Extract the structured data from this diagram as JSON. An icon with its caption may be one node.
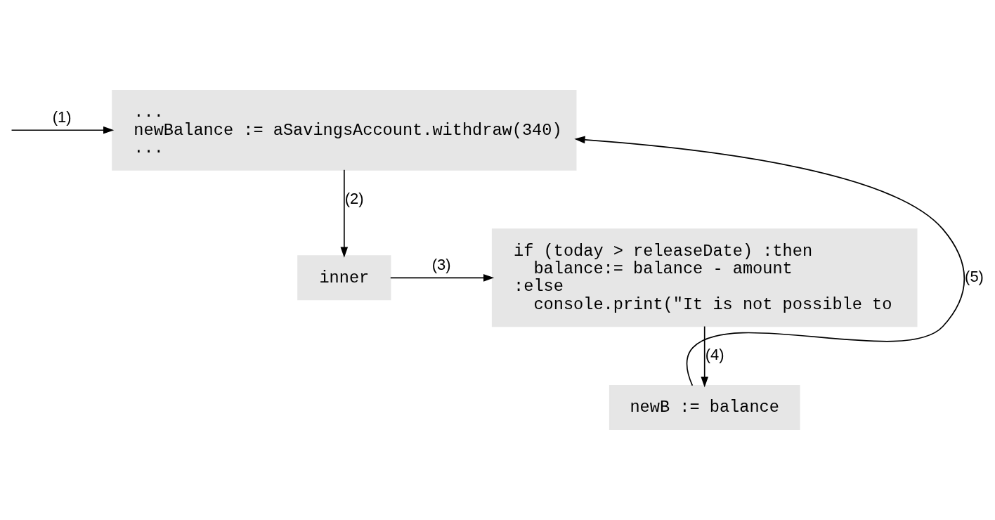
{
  "diagram": {
    "nodes": [
      {
        "text": [
          "...",
          "newBalance := aSavingsAccount.withdraw(340)",
          "..."
        ]
      },
      {
        "text": [
          "inner"
        ]
      },
      {
        "text": [
          "if (today > releaseDate) :then",
          "balance:= balance - amount",
          ":else",
          "console.print(\"It is not possible to"
        ]
      },
      {
        "text": [
          "newB := balance"
        ]
      }
    ],
    "edges": [
      {
        "from": null,
        "to": 0,
        "arrow": "to",
        "label": "(1)"
      },
      {
        "from": 0,
        "to": 1,
        "arrow": "to",
        "label": "(2)"
      },
      {
        "from": 1,
        "to": 2,
        "arrow": "to",
        "label": "(3)"
      },
      {
        "from": 2,
        "to": 3,
        "arrow": "to",
        "label": "(4)"
      },
      {
        "from": 3,
        "to": 0,
        "arrow": "to",
        "label": "(5)"
      }
    ]
  }
}
